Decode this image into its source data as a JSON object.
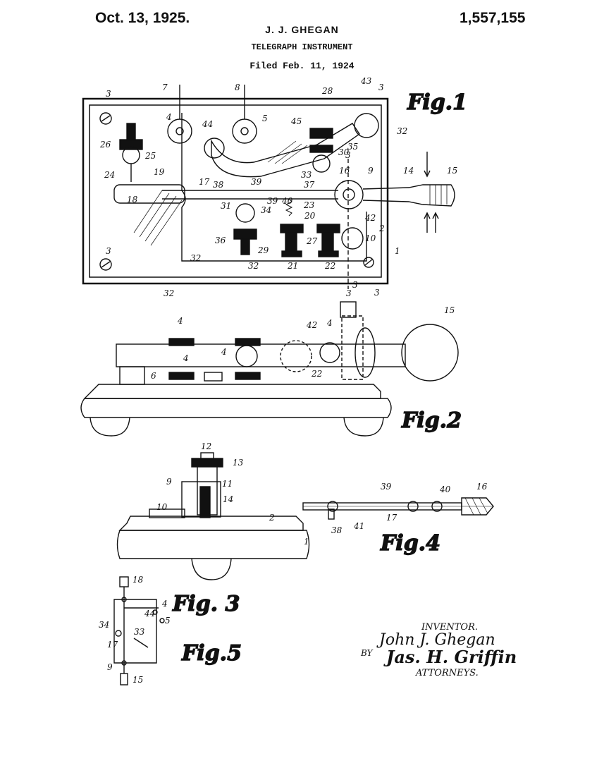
{
  "header": {
    "date": "Oct. 13, 1925.",
    "patent_number": "1,557,155",
    "inventor_name": "J. J. GHEGAN",
    "title": "TELEGRAPH INSTRUMENT",
    "filed": "Filed Feb. 11, 1924"
  },
  "figures": {
    "fig1": "Fig.1",
    "fig2": "Fig.2",
    "fig3": "Fig. 3",
    "fig4": "Fig.4",
    "fig5": "Fig.5"
  },
  "signature": {
    "inventor_label": "INVENTOR.",
    "inventor_signature": "John J. Ghegan",
    "by": "BY",
    "attorney_signature": "Jas. H. Griffin",
    "attorneys_label": "ATTORNEYS."
  },
  "reference_numerals": {
    "fig1": [
      "1",
      "2",
      "3",
      "3",
      "3",
      "3",
      "3",
      "3",
      "3",
      "4",
      "5",
      "7",
      "8",
      "9",
      "10",
      "14",
      "15",
      "16",
      "17",
      "18",
      "19",
      "20",
      "21",
      "22",
      "23",
      "24",
      "25",
      "26",
      "27",
      "28",
      "29",
      "30",
      "31",
      "32",
      "32",
      "32",
      "32",
      "33",
      "34",
      "35",
      "36",
      "37",
      "38",
      "39",
      "39",
      "40",
      "42",
      "43",
      "44",
      "45"
    ],
    "fig2": [
      "4",
      "4",
      "4",
      "4",
      "6",
      "15",
      "22",
      "42"
    ],
    "fig3": [
      "1",
      "2",
      "9",
      "10",
      "11",
      "12",
      "13",
      "14"
    ],
    "fig4": [
      "16",
      "17",
      "38",
      "39",
      "40",
      "41"
    ],
    "fig5": [
      "4",
      "5",
      "9",
      "15",
      "17",
      "18",
      "33",
      "34",
      "44"
    ]
  },
  "colors": {
    "ink": "#111111",
    "paper": "#ffffff"
  }
}
